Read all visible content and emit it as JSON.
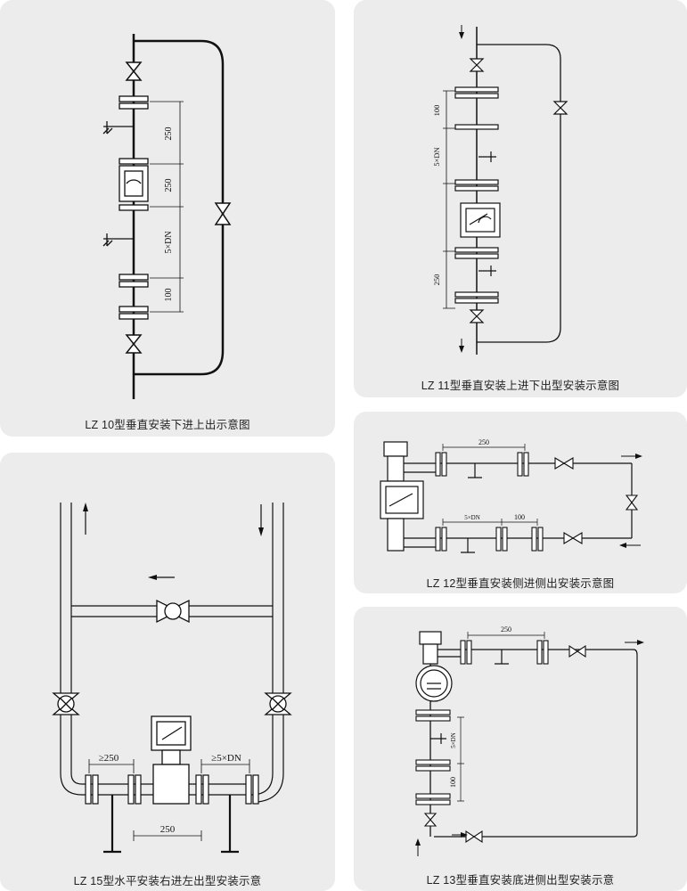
{
  "colors": {
    "panel_bg": "#ececec",
    "line": "#111111",
    "caption": "#222222"
  },
  "panels": [
    {
      "id": "lz10",
      "caption": "LZ 10型垂直安装下进上出示意图",
      "dims": {
        "d1": "250",
        "d2": "250",
        "d3": "5×DN",
        "d4": "100"
      }
    },
    {
      "id": "lz11",
      "caption": "LZ 11型垂直安装上进下出型安装示意图",
      "dims": {
        "d1": "100",
        "d2": "5×DN",
        "d3": "250"
      }
    },
    {
      "id": "lz15",
      "caption": "LZ 15型水平安装右进左出型安装示意",
      "dims": {
        "d1": "≥250",
        "d2": "≥5×DN",
        "d3": "250"
      }
    },
    {
      "id": "lz12",
      "caption": "LZ 12型垂直安装侧进侧出安装示意图",
      "dims": {
        "d1": "250",
        "d2": "5×DN",
        "d3": "100"
      }
    },
    {
      "id": "lz13",
      "caption": "LZ 13型垂直安装底进侧出型安装示意",
      "dims": {
        "d1": "250",
        "d2": "5×DN",
        "d3": "100"
      }
    }
  ]
}
